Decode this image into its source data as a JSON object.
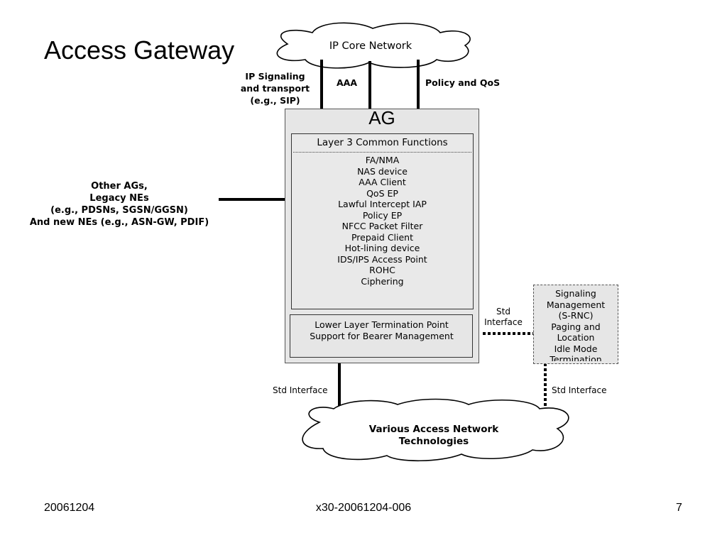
{
  "slide": {
    "title": "Access Gateway",
    "footer_left": "20061204",
    "footer_center": "x30-20061204-006",
    "page_number": "7"
  },
  "core_cloud": {
    "label": "IP Core Network"
  },
  "top_interfaces": {
    "ip_signaling": [
      "IP Signaling",
      "and transport",
      "(e.g., SIP)"
    ],
    "aaa": "AAA",
    "policy_qos": "Policy and QoS"
  },
  "ag": {
    "title": "AG",
    "layer3": {
      "title": "Layer 3 Common Functions",
      "functions": [
        "FA/NMA",
        "NAS device",
        "AAA Client",
        "QoS EP",
        "Lawful Intercept IAP",
        "Policy EP",
        "NFCC Packet Filter",
        "Prepaid Client",
        "Hot-lining device",
        "IDS/IPS Access Point",
        "ROHC",
        "Ciphering"
      ]
    },
    "lower_layer": [
      "Lower Layer Termination Point",
      "Support for Bearer Management"
    ]
  },
  "other_nes": [
    "Other AGs,",
    "Legacy NEs",
    "(e.g., PDSNs, SGSN/GGSN)",
    "And new NEs (e.g., ASN-GW, PDIF)"
  ],
  "srnc": {
    "lines": [
      "Signaling",
      "Management",
      "(S-RNC)",
      "Paging and",
      "Location",
      "Idle Mode",
      "Termination"
    ],
    "std_interface_side": [
      "Std",
      "Interface"
    ],
    "std_interface_bottom": "Std Interface"
  },
  "ag_bottom_interface": "Std Interface",
  "access_cloud": {
    "label": [
      "Various Access Network",
      "Technologies"
    ]
  }
}
